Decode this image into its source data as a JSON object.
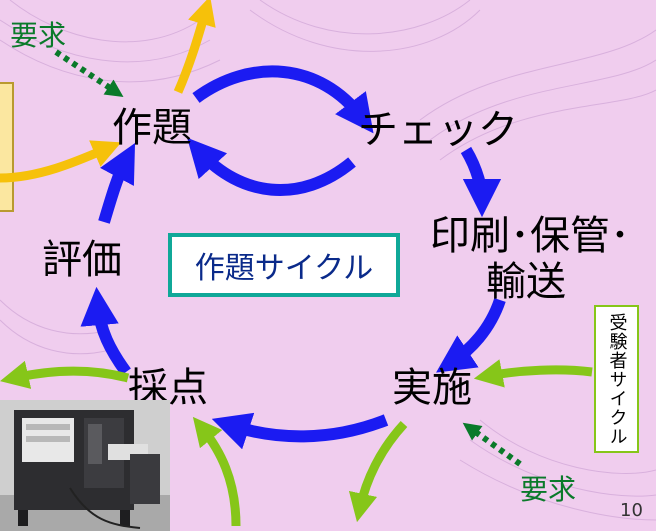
{
  "nodes": {
    "sakudai": "作題",
    "check": "チェック",
    "print_line1": "印刷･保管･",
    "print_line2": "輸送",
    "jisshi": "実施",
    "saiten": "採点",
    "hyouka": "評価"
  },
  "center_label": "作題サイクル",
  "examinee_label": "受験者サイクル",
  "request_top": "要求",
  "request_bottom": "要求",
  "page_number": "10",
  "colors": {
    "background": "#f0cdee",
    "cycle_arrow": "#1b1bf2",
    "examinee_arrow": "#86c619",
    "yellow_arrow": "#f6c10a",
    "request_dotted": "#0a7a2a",
    "center_box_border": "#10a898"
  }
}
